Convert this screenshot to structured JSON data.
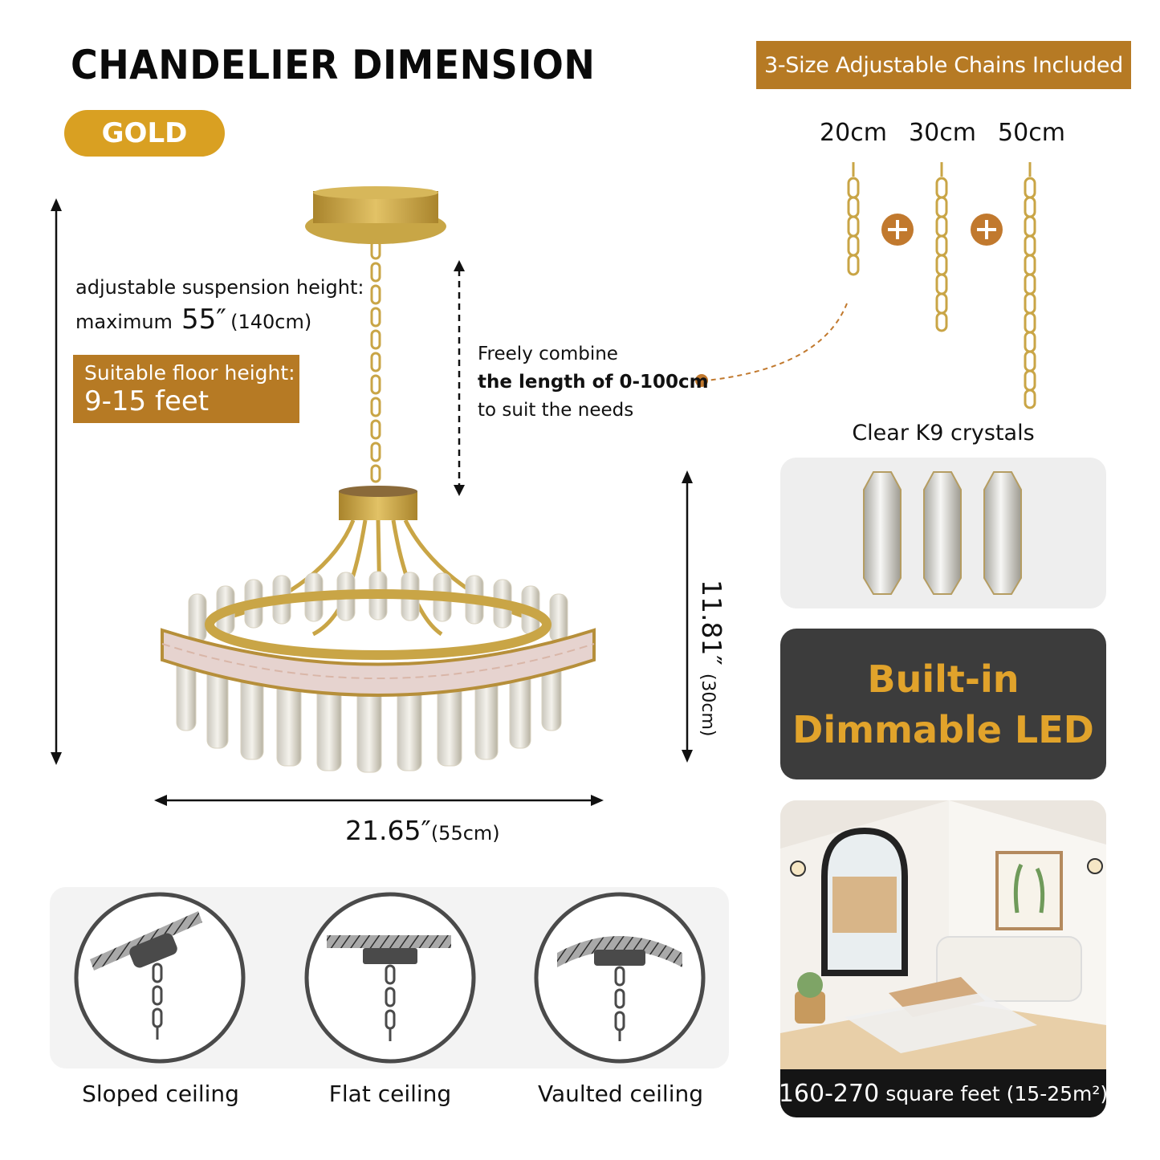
{
  "header": {
    "title": "CHANDELIER DIMENSION",
    "finish_badge": "GOLD"
  },
  "chains": {
    "banner": "3-Size Adjustable Chains Included",
    "sizes": [
      "20cm",
      "30cm",
      "50cm"
    ],
    "plus_icon": "plus-circle-icon"
  },
  "suspension": {
    "line1": "adjustable suspension height:",
    "prefix": "maximum",
    "value": "55″",
    "metric": "(140cm)"
  },
  "floor_height": {
    "label": "Suitable floor height:",
    "value": "9-15 feet"
  },
  "combine_note": {
    "line1": "Freely combine",
    "line2": "the length of 0-100cm",
    "line3": "to suit the needs"
  },
  "dimensions": {
    "width": "21.65″",
    "width_metric": "(55cm)",
    "height": "11.81″",
    "height_metric": "(30cm)"
  },
  "crystals": {
    "label": "Clear K9 crystals",
    "count": 3
  },
  "led": {
    "line1": "Built-in",
    "line2": "Dimmable LED"
  },
  "room": {
    "area": "160-270",
    "area_unit": "square feet (15-25m²)"
  },
  "ceilings": [
    {
      "label": "Sloped ceiling"
    },
    {
      "label": "Flat ceiling"
    },
    {
      "label": "Vaulted ceiling"
    }
  ],
  "colors": {
    "gold_pill": "#d9a022",
    "bronze_accent": "#b67a24",
    "led_panel_bg": "#3c3c3c",
    "led_text": "#e1a32b",
    "caption_bg": "#151515"
  }
}
